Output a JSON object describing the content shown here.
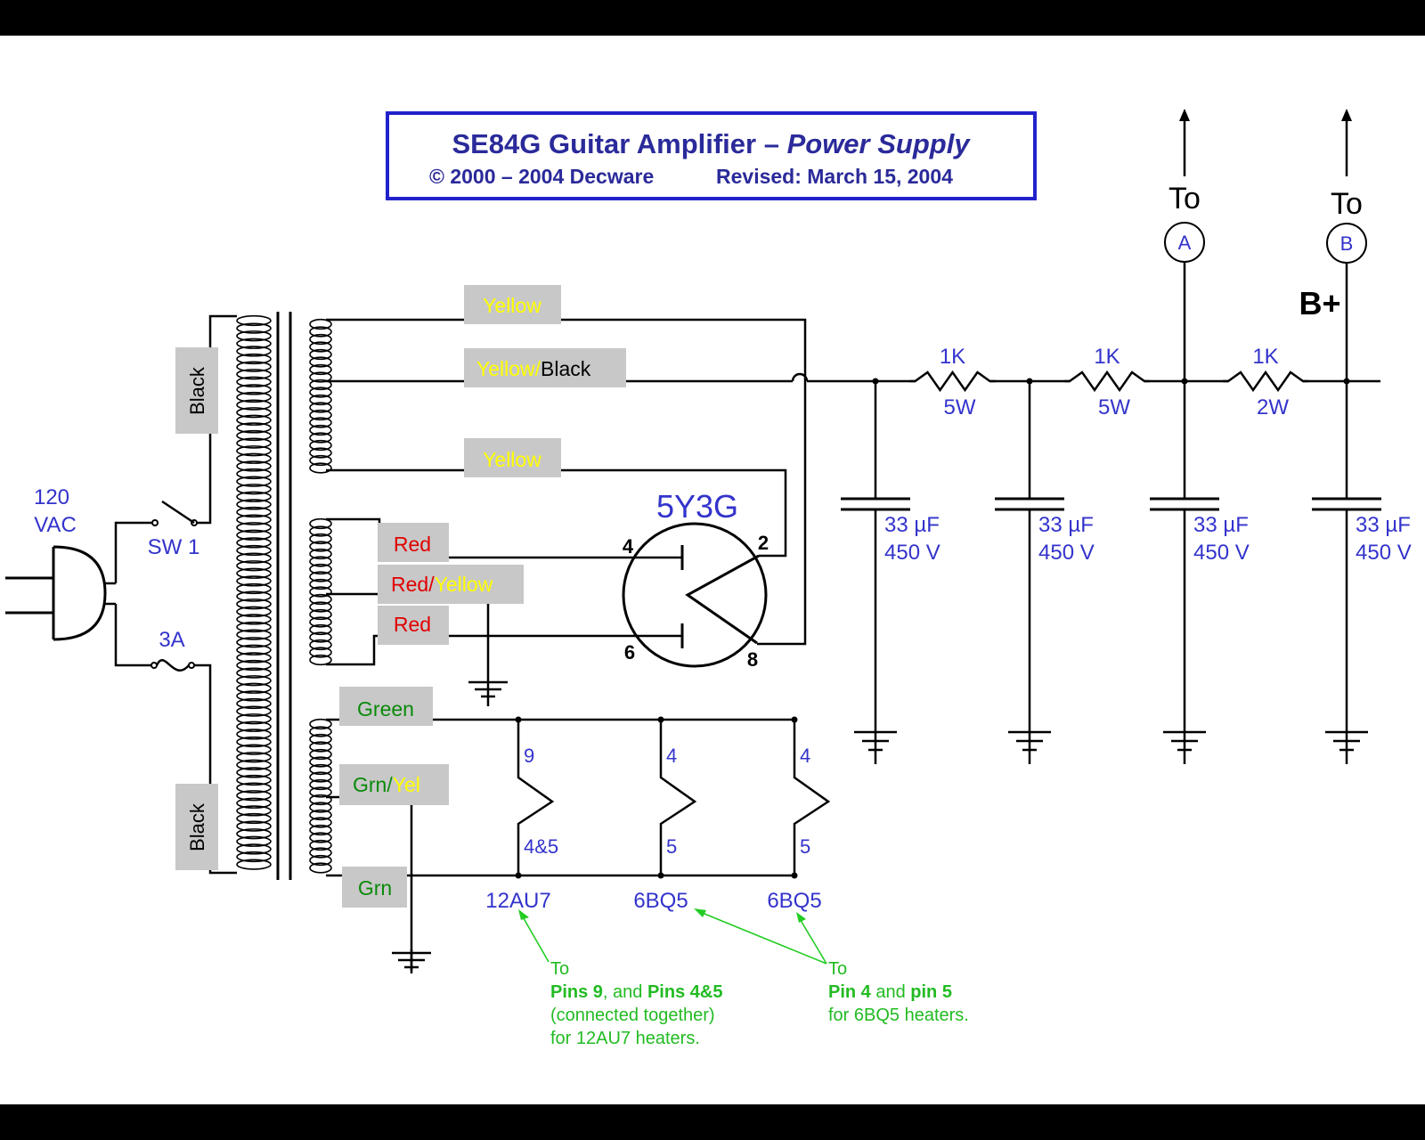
{
  "title": {
    "main": "SE84G Guitar Amplifier",
    "dash": " – ",
    "italic": "Power Supply",
    "copyright": "© 2000 – 2004 Decware",
    "revised": "Revised: March 15, 2004"
  },
  "mains": {
    "voltage_1": "120",
    "voltage_2": "VAC",
    "switch": "SW 1",
    "fuse": "3A"
  },
  "primary_wires": {
    "top": "Black",
    "bottom": "Black"
  },
  "hv_winding": {
    "wire_1": "Yellow",
    "wire_2_a": "Yellow/",
    "wire_2_b": "Black",
    "wire_3": "Yellow"
  },
  "rect_winding": {
    "wire_1": "Red",
    "wire_2_a": "Red/",
    "wire_2_b": "Yellow",
    "wire_3": "Red"
  },
  "rectifier": {
    "name": "5Y3G",
    "pin_a": "4",
    "pin_b": "2",
    "pin_c": "6",
    "pin_d": "8"
  },
  "heater_winding": {
    "wire_1": "Green",
    "wire_2_a": "Grn/",
    "wire_2_b": "Yel",
    "wire_3": "Grn"
  },
  "heaters": [
    {
      "tube": "12AU7",
      "pin_top": "9",
      "pin_bottom": "4&5"
    },
    {
      "tube": "6BQ5",
      "pin_top": "4",
      "pin_bottom": "5"
    },
    {
      "tube": "6BQ5",
      "pin_top": "4",
      "pin_bottom": "5"
    }
  ],
  "resistors": [
    {
      "value": "1K",
      "power": "5W"
    },
    {
      "value": "1K",
      "power": "5W"
    },
    {
      "value": "1K",
      "power": "2W"
    }
  ],
  "capacitors": [
    {
      "cap": "33 µF",
      "volt": "450 V"
    },
    {
      "cap": "33 µF",
      "volt": "450 V"
    },
    {
      "cap": "33 µF",
      "volt": "450 V"
    },
    {
      "cap": "33 µF",
      "volt": "450 V"
    }
  ],
  "outputs": [
    {
      "to": "To",
      "node": "A"
    },
    {
      "to": "To",
      "node": "B"
    }
  ],
  "bplus": "B+",
  "notes": {
    "left_to": "To",
    "left_l1_a": "Pins 9",
    "left_l1_b": ", and ",
    "left_l1_c": "Pins 4&5",
    "left_l2": "(connected together)",
    "left_l3": "for 12AU7 heaters.",
    "right_to": "To",
    "right_l1_a": "Pin 4",
    "right_l1_b": " and ",
    "right_l1_c": "pin 5",
    "right_l2": "for 6BQ5 heaters."
  }
}
